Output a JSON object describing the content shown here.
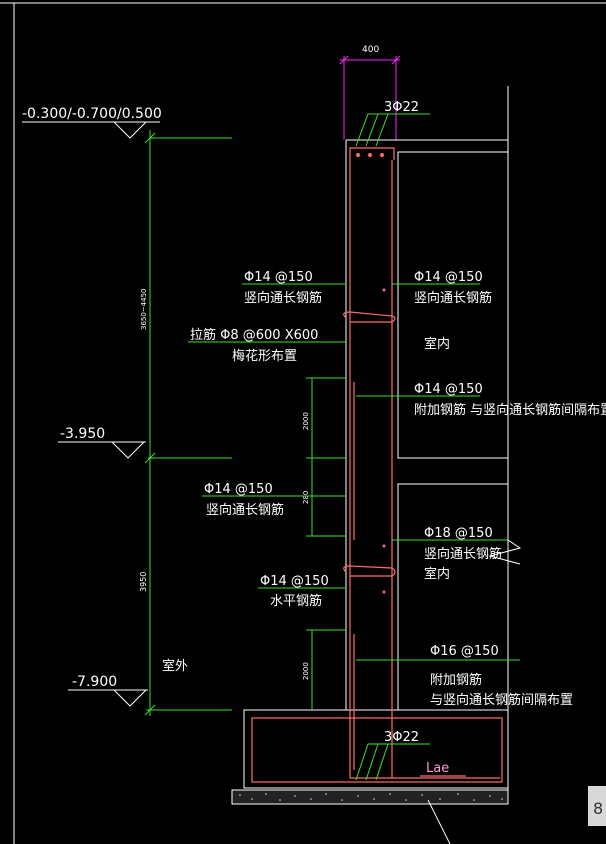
{
  "colors": {
    "background": "#000000",
    "dimension": "#39e22c",
    "outline": "#ffffff",
    "rebar": "#ff6b6b",
    "width_dim": "#ff22ff",
    "pink_text": "#ff9ad5"
  },
  "elevations": {
    "top": "-0.300/-0.700/0.500",
    "mid": "-3.950",
    "bottom": "-7.900"
  },
  "dimensions": {
    "wall_width": "400",
    "upper_height": "3650~4450",
    "lower_height": "3950",
    "upper_add_1": "2000",
    "upper_add_2": "280",
    "lower_add": "2000"
  },
  "labels": {
    "top_bars": "3Φ22",
    "bottom_bars": "3Φ22",
    "lae": "Lae",
    "ul_spec": "Φ14 @150",
    "ul_text": "竖向通长钢筋",
    "tie_spec": "拉筋  Φ8 @600 X600",
    "tie_text": "梅花形布置",
    "ur_spec": "Φ14 @150",
    "ur_text": "竖向通长钢筋",
    "indoor_upper": "室内",
    "add_spec": "Φ14 @150",
    "add_text": "附加钢筋  与竖向通长钢筋间隔布置",
    "ml_spec": "Φ14 @150",
    "ml_text": "竖向通长钢筋",
    "mr_spec": "Φ18 @150",
    "mr_text": "竖向通长钢筋",
    "indoor_lower": "室内",
    "hz_spec": "Φ14 @150",
    "hz_text": "水平钢筋",
    "lr_spec": "Φ16 @150",
    "lr_text1": "附加钢筋",
    "lr_text2": "与竖向通长钢筋间隔布置",
    "outdoor": "室外",
    "corner": "8"
  }
}
